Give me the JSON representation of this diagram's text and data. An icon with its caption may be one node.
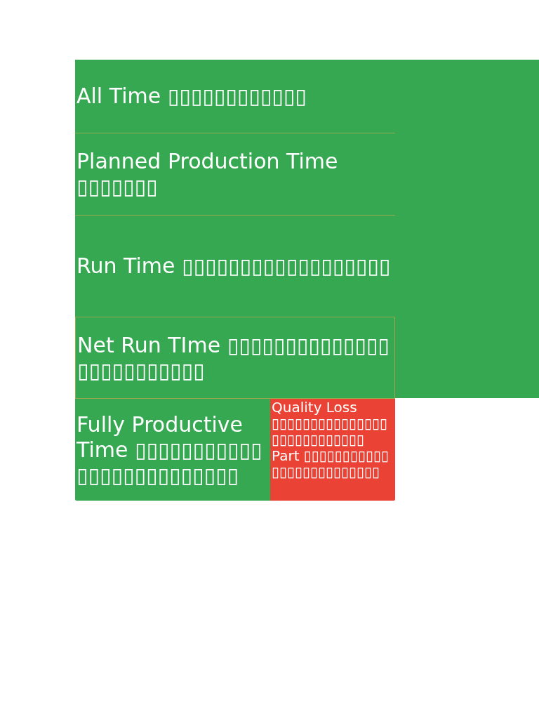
{
  "diagram": {
    "nodes": [
      {
        "text": [
          "All Time ▯▯▯▯▯▯▯▯▯▯▯▯"
        ]
      },
      {
        "text": [
          "Planned Production Time ▯▯▯▯▯▯▯"
        ]
      },
      {
        "text": [
          "Run Time ▯▯▯▯▯▯▯▯▯▯▯▯▯▯▯▯▯▯"
        ]
      },
      {
        "text": [
          "Net Run TIme ▯▯▯▯▯▯▯▯▯▯▯▯▯▯▯▯▯▯▯▯▯▯▯▯▯"
        ]
      },
      {
        "text": [
          "Fully Productive Time ▯▯▯▯▯▯▯▯▯▯▯▯▯▯▯▯▯▯▯▯▯▯▯▯▯"
        ]
      },
      {
        "text": [
          "Quality Loss",
          "▯▯▯▯▯▯▯▯▯▯▯▯▯▯▯▯▯▯▯▯▯▯▯▯▯▯▯ Part ▯▯▯▯▯▯▯▯▯▯▯▯▯▯▯▯▯▯▯▯▯▯▯▯▯"
        ]
      },
      {
        "text": [],
        "shape": "box"
      }
    ]
  }
}
